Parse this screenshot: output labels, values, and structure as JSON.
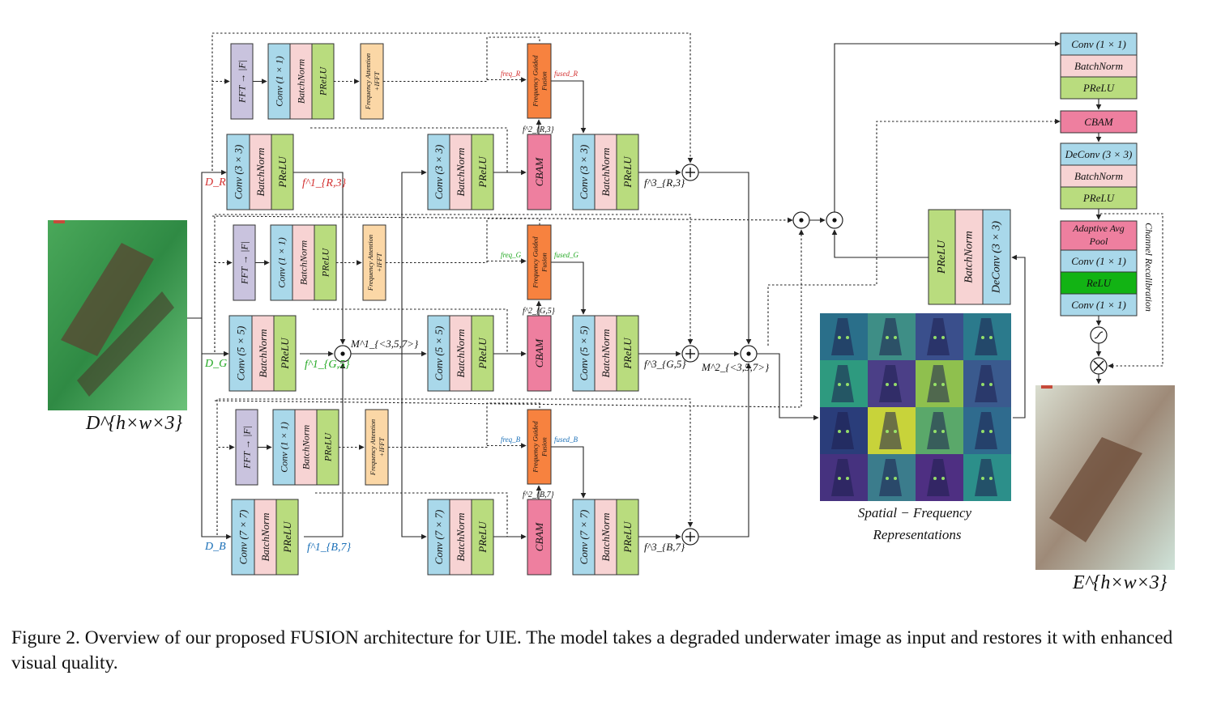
{
  "colors": {
    "conv": "#a9d8ea",
    "batchnorm": "#f7d3d3",
    "prelu": "#b9dc7e",
    "fft": "#c9c3de",
    "freq_attention": "#fbd7a6",
    "fusion": "#f7823f",
    "cbam": "#ee7f9f",
    "relu": "#12b314",
    "adaptive_pool": "#ee7f9f",
    "red_label": "#d33030",
    "green_label": "#22a822",
    "blue_label": "#1a6fb7"
  },
  "input_label": "D^{h×w×3}",
  "output_label": "E^{h×w×3}",
  "common": {
    "batchnorm": "BatchNorm",
    "prelu": "PReLU",
    "fft": "FFT → |F|",
    "conv1": "Conv (1 × 1)",
    "freq_attention_1": "Frequency Attention",
    "freq_attention_2": "+IFFT",
    "fusion_1": "Frequency Guided",
    "fusion_2": "Fusion",
    "cbam": "CBAM"
  },
  "branches": [
    {
      "id": "R",
      "input": "D_R",
      "conv": "Conv (3 × 3)",
      "f1": "f^1_{R,3}",
      "f2": "f^2_{R,3}",
      "f3": "f^3_{R,3}",
      "freq": "freq_R",
      "fused": "fused_R"
    },
    {
      "id": "G",
      "input": "D_G",
      "conv": "Conv (5 × 5)",
      "f1": "f^1_{G,5}",
      "f2": "f^2_{G,5}",
      "f3": "f^3_{G,5}",
      "freq": "freq_G",
      "fused": "fused_G"
    },
    {
      "id": "B",
      "input": "D_B",
      "conv": "Conv (7 × 7)",
      "f1": "f^1_{B,7}",
      "f2": "f^2_{B,7}",
      "f3": "f^3_{B,7}",
      "freq": "freq_B",
      "fused": "fused_B"
    }
  ],
  "m1": "M^1_{<3,5,7>}",
  "m2": "M^2_{<3,5,7>}",
  "spatial_caption_1": "Spatial − Frequency",
  "spatial_caption_2": "Representations",
  "decoder": {
    "deconv": "DeConv (3 × 3)",
    "batchnorm": "BatchNorm",
    "prelu": "PReLU"
  },
  "head": [
    "Conv (1 × 1)",
    "BatchNorm",
    "PReLU",
    "CBAM",
    "DeConv (3 × 3)",
    "BatchNorm",
    "PReLU",
    "Adaptive Avg Pool",
    "Conv (1 × 1)",
    "ReLU",
    "Conv (1 × 1)"
  ],
  "channel_recalibration": "Channel Recalibration",
  "caption": "Figure 2. Overview of our proposed FUSION architecture for UIE. The model takes a degraded underwater image as input and restores it with enhanced visual quality."
}
